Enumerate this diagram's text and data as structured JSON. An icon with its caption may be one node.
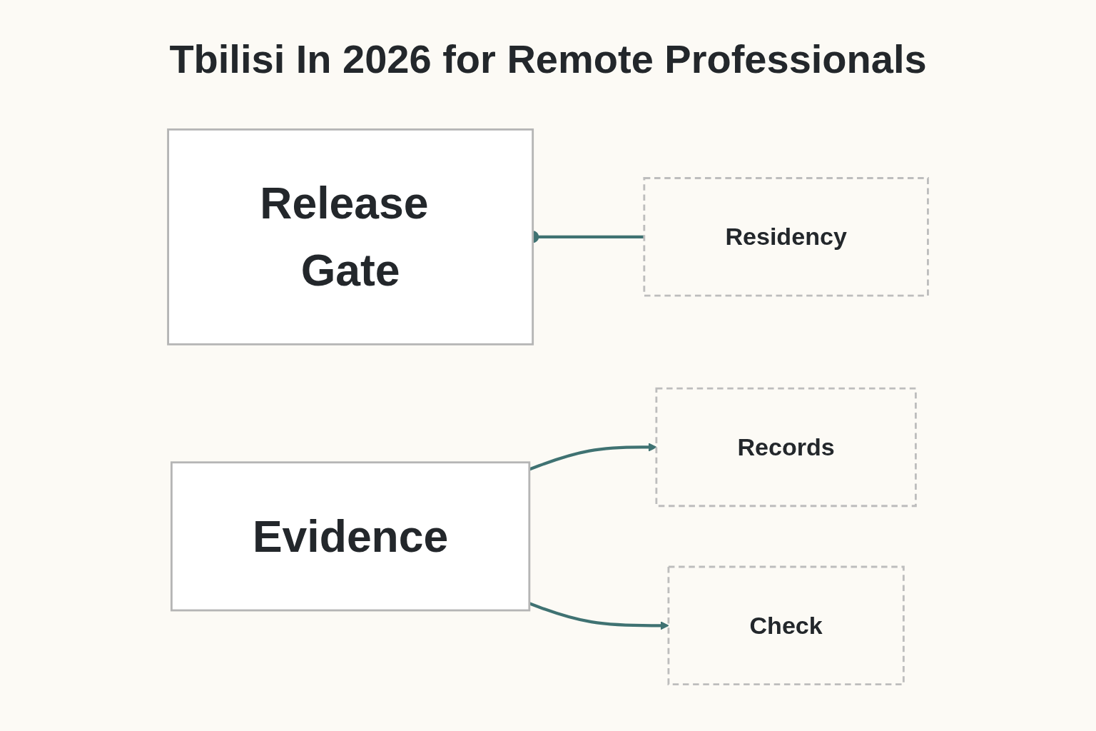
{
  "diagram": {
    "title": "Tbilisi In 2026 for Remote Professionals",
    "nodes": [
      {
        "text": [
          "Release Gate"
        ]
      },
      {
        "text": [
          "Residency"
        ]
      },
      {
        "text": [
          "Evidence"
        ]
      },
      {
        "text": [
          "Records"
        ]
      },
      {
        "text": [
          "Check"
        ]
      }
    ],
    "edges": [
      {
        "from": 0,
        "to": 1,
        "arrow": "other"
      },
      {
        "from": 2,
        "to": 3,
        "arrow": "to"
      },
      {
        "from": 2,
        "to": 4,
        "arrow": "to"
      }
    ]
  }
}
